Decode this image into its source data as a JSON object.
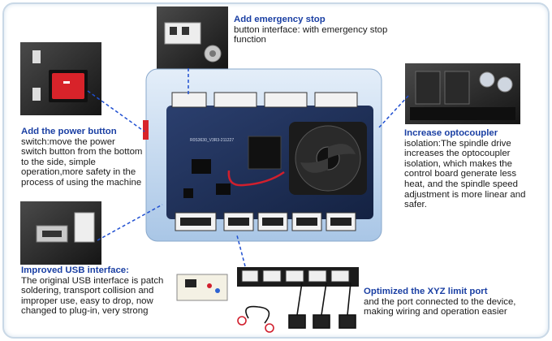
{
  "callouts": {
    "estop": {
      "title": "Add emergency stop",
      "body": "button interface: with emergency stop function"
    },
    "power": {
      "title": "Add the power button",
      "body": "switch:move the power switch button from the bottom to the side, simple operation,more safety in the process of using the machine"
    },
    "opto": {
      "title": "Increase optocoupler",
      "body": "isolation:The spindle drive increases the optocoupler isolation, which makes the control board generate less heat, and the spindle speed adjustment is more linear and safer."
    },
    "usb": {
      "title": "Improved USB interface:",
      "body": "The original USB interface is patch soldering, transport collision and improper use, easy to drop, now changed to plug-in, very strong"
    },
    "xyz": {
      "title": "Optimized the XYZ limit port",
      "body": "and the port connected to the device, making wiring and operation easier"
    }
  },
  "board": {
    "silk": "R0S3630_V3R3-211227"
  },
  "colors": {
    "title": "#1a3fa3",
    "board": "#1d2f55",
    "case": "#b9d3ee",
    "rocker": "#d8232a"
  },
  "icons": {
    "fan": "fan-icon",
    "switch": "rocker-switch-icon",
    "usb": "usb-port-icon"
  }
}
